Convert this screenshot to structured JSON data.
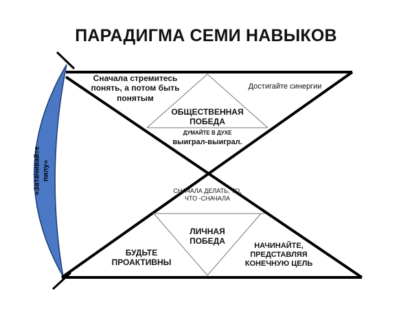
{
  "title": "ПАРАДИГМА СЕМИ НАВЫКОВ",
  "saw": {
    "label": "«Затачивайте пилу»"
  },
  "top": {
    "understand": "Сначала стремитесь понять, а потом быть понятым",
    "synergy": "Достигайте синергии",
    "public_victory": "ОБЩЕСТВЕННАЯ ПОБЕДА",
    "think_prefix": "ДУМАЙТЕ В ДУХЕ",
    "think_main": "выиграл-выиграл."
  },
  "bottom": {
    "first_things": "СНАЧАЛА ДЕЛАТЬ, ТО, ЧТО -СНАЧАЛА",
    "private_victory": "ЛИЧНАЯ ПОБЕДА",
    "proactive": "БУДЬТЕ ПРОАКТИВНЫ",
    "begin_end": "НАЧИНАЙТЕ, ПРЕДСТАВЛЯЯ КОНЕЧНУЮ ЦЕЛЬ"
  },
  "colors": {
    "saw_fill": "#4a78c4",
    "saw_stroke": "#1f3d73",
    "line": "#000000",
    "thin_line": "#777777"
  }
}
